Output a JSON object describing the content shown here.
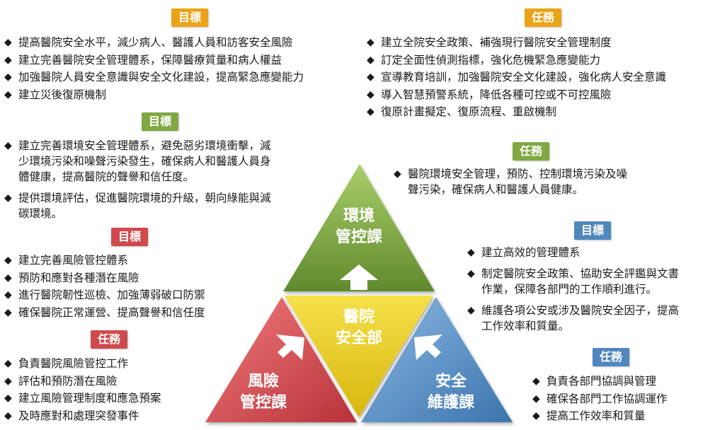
{
  "colors": {
    "orange": "#e8a317",
    "green": "#7fa742",
    "red": "#cf4a4e",
    "blue": "#4f87be",
    "yellow": "#ecd21b"
  },
  "sections": {
    "top_left": {
      "badge": "目標",
      "items": [
        "提高醫院安全水平，減少病人、醫護人員和訪客安全風險",
        "建立完善醫院安全管理體系，保障醫療質量和病人權益",
        "加強醫院人員安全意識與安全文化建設，提高緊急應變能力",
        "建立災後復原機制"
      ]
    },
    "top_right": {
      "badge": "任務",
      "items": [
        "建立全院安全政策、補強現行醫院安全管理制度",
        "訂定全面性偵測指標，強化危機緊急應變能力",
        "宣導教育培訓，加強醫院安全文化建設，強化病人安全意識",
        "導入智慧預警系統，降低各種可控或不可控風險",
        "復原計畫擬定、復原流程、重啟機制"
      ]
    },
    "env_goal": {
      "badge": "目標",
      "items": [
        [
          "建立完善環境安全管理體系，避免惡劣環境衝擊，減",
          "少環境污染和噪聲污染發生，確保病人和醫護人員身",
          "體健康，提高醫院的聲譽和信任度。"
        ],
        [
          "提供環境評估，促進醫院環境的升級，朝向綠能與減",
          "碳環境。"
        ]
      ]
    },
    "env_task": {
      "badge": "任務",
      "items": [
        [
          "醫院環境安全管理，預防、控制環境污染及噪",
          "聲污染，確保病人和醫護人員健康。"
        ]
      ]
    },
    "risk_goal": {
      "badge": "目標",
      "items": [
        "建立完善風險管控體系",
        "預防和應對各種潛在風險",
        "進行醫院韌性巡檢、加強薄弱破口防禦",
        "確保醫院正常運營、提高聲譽和信任度"
      ]
    },
    "risk_task": {
      "badge": "任務",
      "items": [
        "負責醫院風險管控工作",
        "評估和預防潛在風險",
        "建立風險管理制度和應急預案",
        "及時應對和處理突發事件"
      ]
    },
    "sec_goal": {
      "badge": "目標",
      "items": [
        [
          "建立高效的管理體系"
        ],
        [
          "制定醫院安全政策、協助安全評鑑與文書",
          "作業，保障各部門的工作順利進行。"
        ],
        [
          "維護各項公安或涉及醫院安全因子，提高",
          "工作效率和質量。"
        ]
      ]
    },
    "sec_task": {
      "badge": "任務",
      "items": [
        "負責各部門協調與管理",
        "確保各部門工作協調運作",
        "提高工作效率和質量"
      ]
    }
  },
  "diagram": {
    "top": [
      "環境",
      "管控課"
    ],
    "center": [
      "醫院",
      "安全部"
    ],
    "left": [
      "風險",
      "管控課"
    ],
    "right": [
      "安全",
      "維護課"
    ]
  },
  "bullet": "◆"
}
